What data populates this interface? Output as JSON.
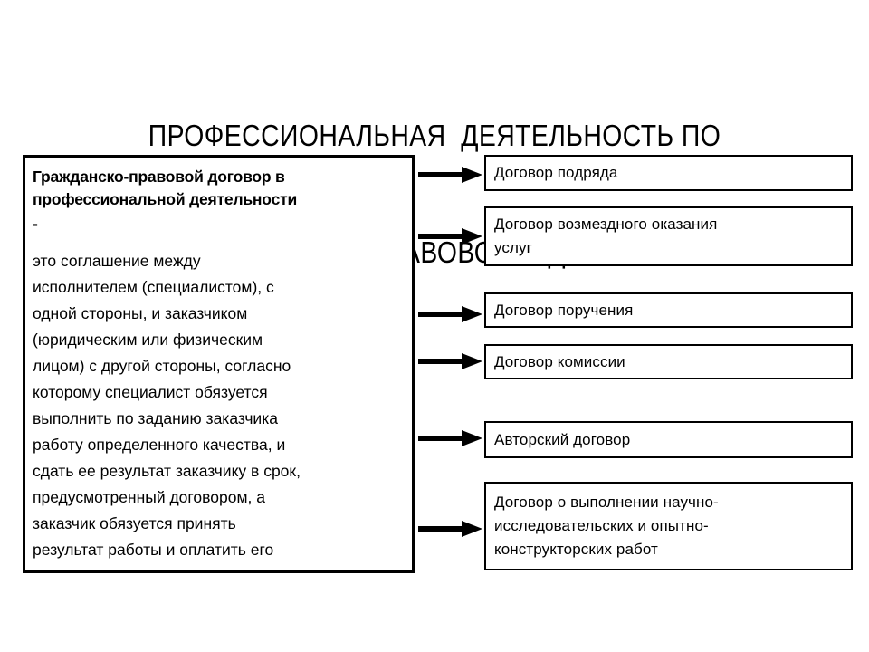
{
  "title": {
    "line1": "ПРОФЕССИОНАЛЬНАЯ  ДЕЯТЕЛЬНОСТЬ ПО",
    "line2": "ГРАЖДАНСКО-ПРАВОВОМУ  ДОГОВОРУ"
  },
  "definition": {
    "heading": "Гражданско-правовой договор в профессиональной деятельности",
    "dash": "-",
    "body": "это соглашение между\nисполнителем (специалистом), с\nодной стороны, и заказчиком\n(юридическим или физическим\nлицом) с другой стороны, согласно\nкоторому  специалист обязуется\nвыполнить по заданию заказчика\nработу определенного качества,  и\nсдать ее результат заказчику в срок,\nпредусмотренный договором, а\nзаказчик обязуется принять\nрезультат работы и оплатить его"
  },
  "contract_types": [
    {
      "label": "Договор подряда"
    },
    {
      "label": "Договор возмездного оказания\nуслуг"
    },
    {
      "label": "Договор поручения"
    },
    {
      "label": "Договор комиссии"
    },
    {
      "label": "Авторский договор"
    },
    {
      "label": "Договор о выполнении научно-\nисследовательских и опытно-\nконструкторских работ"
    }
  ],
  "colors": {
    "stroke": "#000000",
    "background": "#ffffff",
    "text": "#000000"
  }
}
